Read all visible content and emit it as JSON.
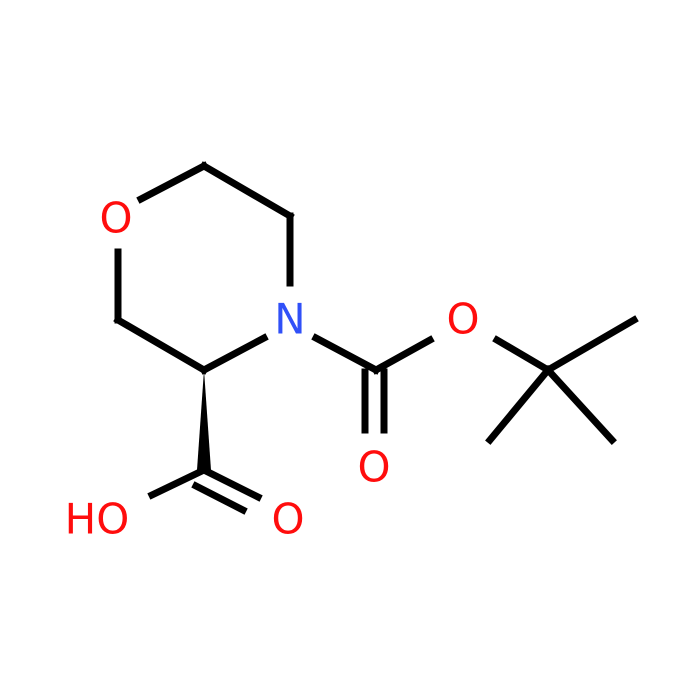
{
  "molecule": {
    "colors": {
      "bond": "#000000",
      "oxygen": "#ff0d0d",
      "nitrogen": "#3050f8",
      "background": "#ffffff"
    },
    "atoms": {
      "ring_oxygen": "O",
      "ring_nitrogen": "N",
      "ester_oxygen": "O",
      "carbonyl_oxygen": "O",
      "acid_hydroxyl": "HO",
      "acid_carbonyl_oxygen": "O"
    }
  }
}
